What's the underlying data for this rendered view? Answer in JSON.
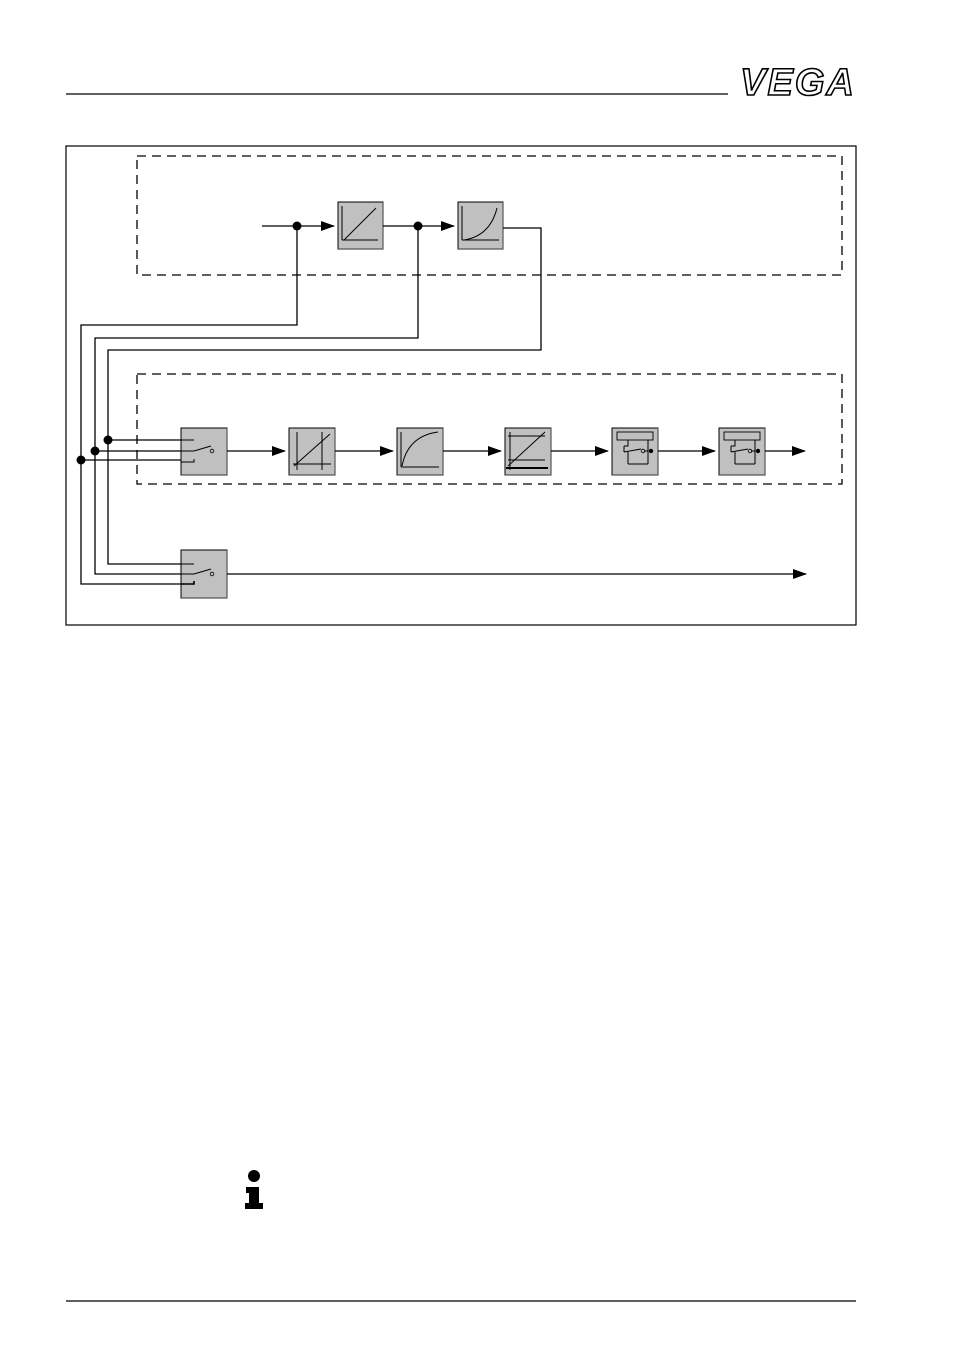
{
  "header": {
    "logo_text": "VEGA"
  },
  "diagram": {
    "blocks": [
      {
        "id": "linearization",
        "icon": "linear-ramp-icon"
      },
      {
        "id": "curve",
        "icon": "curve-icon"
      },
      {
        "id": "selector-1",
        "icon": "switch-icon"
      },
      {
        "id": "scaling",
        "icon": "scaling-icon"
      },
      {
        "id": "integration",
        "icon": "damping-curve-icon"
      },
      {
        "id": "limit",
        "icon": "limit-icon"
      },
      {
        "id": "relay-1",
        "icon": "relay-icon"
      },
      {
        "id": "relay-2",
        "icon": "relay-icon"
      },
      {
        "id": "selector-2",
        "icon": "switch-icon"
      }
    ]
  },
  "note": {
    "icon": "info-icon"
  }
}
